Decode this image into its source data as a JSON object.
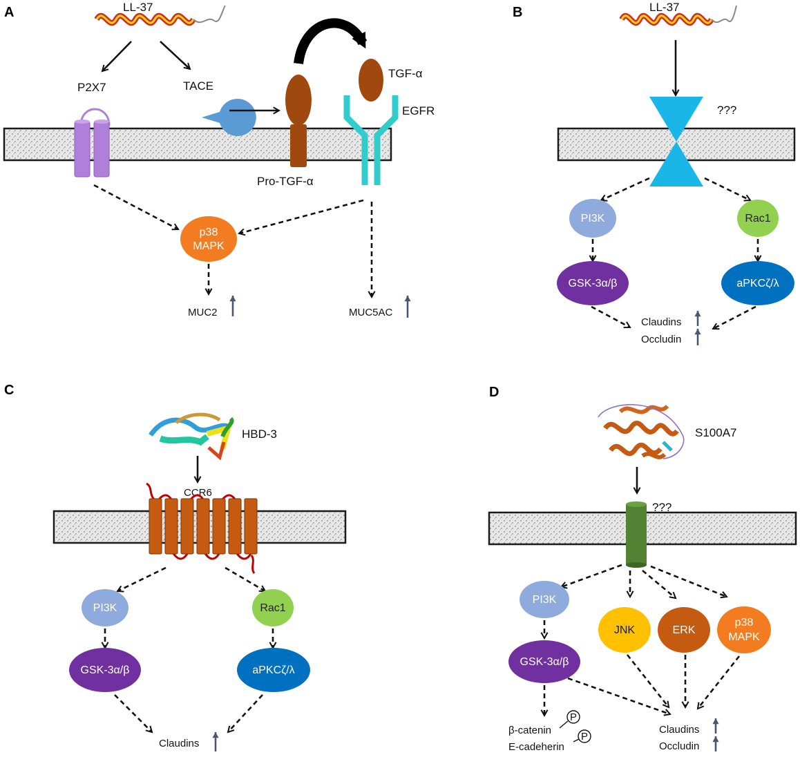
{
  "panels": {
    "A": {
      "letter": "A",
      "peptide": "LL-37",
      "receptor_p2x7": "P2X7",
      "tace": "TACE",
      "pro_tgf": "Pro-TGF-α",
      "tgf": "TGF-α",
      "egfr": "EGFR",
      "node_p38_line1": "p38",
      "node_p38_line2": "MAPK",
      "out_muc2": "MUC2",
      "out_muc5ac": "MUC5AC"
    },
    "B": {
      "letter": "B",
      "peptide": "LL-37",
      "unknown_receptor": "???",
      "node_pi3k": "PI3K",
      "node_rac1": "Rac1",
      "node_gsk": "GSK-3α/β",
      "node_apkc": "aPKCζ/λ",
      "out_claudins": "Claudins",
      "out_occludin": "Occludin"
    },
    "C": {
      "letter": "C",
      "peptide": "HBD-3",
      "receptor": "CCR6",
      "node_pi3k": "PI3K",
      "node_rac1": "Rac1",
      "node_gsk": "GSK-3α/β",
      "node_apkc": "aPKCζ/λ",
      "out_claudins": "Claudins"
    },
    "D": {
      "letter": "D",
      "peptide": "S100A7",
      "unknown_receptor": "???",
      "node_pi3k": "PI3K",
      "node_jnk": "JNK",
      "node_erk": "ERK",
      "node_p38_line1": "p38",
      "node_p38_line2": "MAPK",
      "node_gsk": "GSK-3α/β",
      "out_bcatenin": "β-catenin",
      "out_ecad": "E-cadeherin",
      "phospho": "P",
      "out_claudins": "Claudins",
      "out_occludin": "Occludin"
    }
  },
  "colors": {
    "pi3k": "#8faadc",
    "rac1": "#92d050",
    "gsk": "#7030a0",
    "apkc": "#0070c0",
    "p38": "#f47c20",
    "jnk": "#ffc000",
    "erk": "#c55a11",
    "p2x7": "#b07fd9",
    "tace": "#5b9bd5",
    "tgf": "#a0490f",
    "egfr": "#33cccc",
    "bowtie": "#1ab6e8",
    "ccr6": "#c55a11",
    "ccr6_loops": "#c00000",
    "s100_receptor": "#548235",
    "up_arrow": "#4a5670"
  }
}
